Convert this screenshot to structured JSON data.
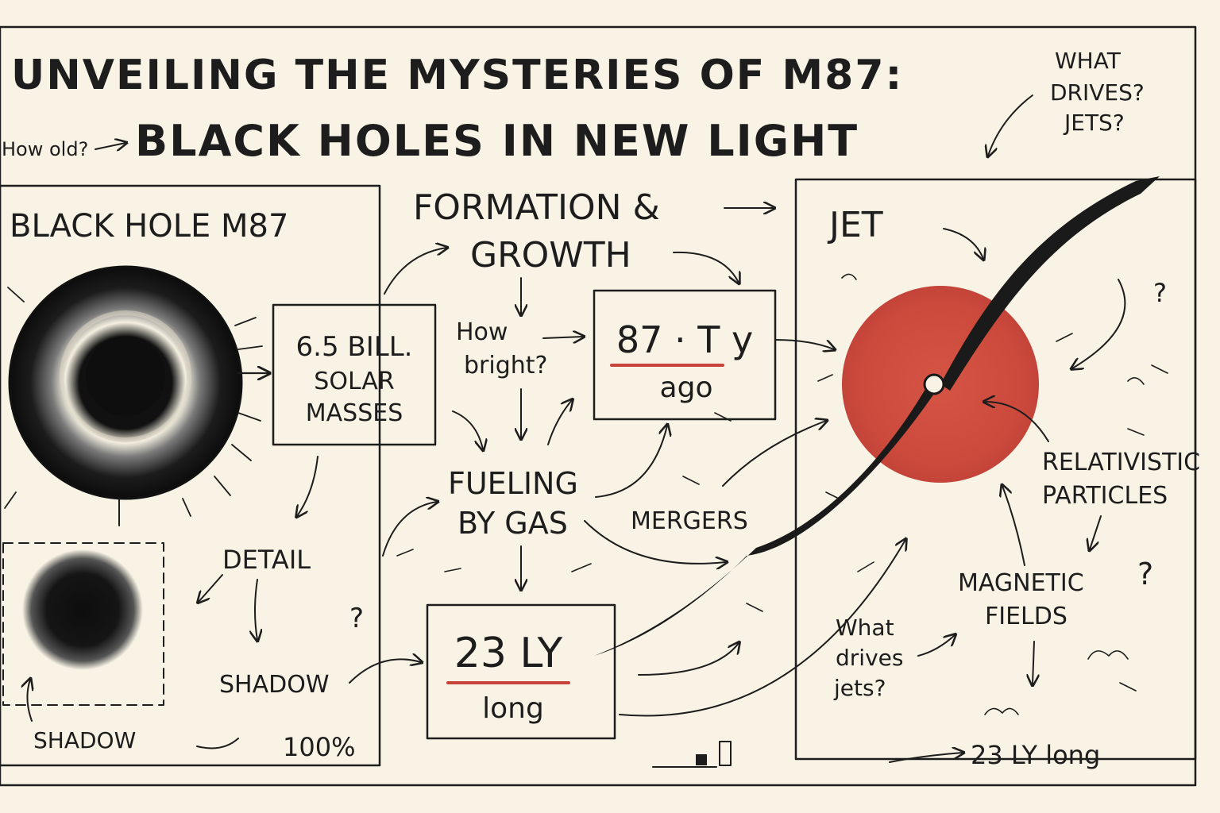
{
  "title": {
    "line1": "UNVEILING THE MYSTERIES OF M87:",
    "line2": "BLACK HOLES IN NEW LIGHT",
    "side_note": "How old?"
  },
  "corner_note": {
    "line1": "WHAT",
    "line2": "DRIVES?",
    "line3": "JETS?"
  },
  "left_panel": {
    "heading": "BLACK HOLE M87",
    "shadow_label": "SHADOW",
    "detail": "DETAIL",
    "shadow_text": "SHADOW",
    "percent": "100%",
    "question": "?"
  },
  "mass_box": {
    "line1": "6.5 BILL.",
    "line2": "SOLAR",
    "line3": "MASSES"
  },
  "middle": {
    "formation_line1": "FORMATION &",
    "formation_line2": "GROWTH",
    "how_bright_line1": "How",
    "how_bright_line2": "bright?",
    "age_value": "87 · T y",
    "age_label": "ago",
    "fueling_line1": "FUELING",
    "fueling_line2": "BY GAS",
    "mergers": "MERGERS",
    "length_value": "23 LY",
    "length_label": "long"
  },
  "right_panel": {
    "heading": "JET",
    "relativistic_line1": "RELATIVISTIC",
    "relativistic_line2": "PARTICLES",
    "magnetic_line1": "MAGNETIC",
    "magnetic_line2": "FIELDS",
    "what_drives_line1": "What",
    "what_drives_line2": "drives",
    "what_drives_line3": "jets?",
    "bottom_note": "23 LY long",
    "question_top": "?",
    "question_mid": "?"
  },
  "colors": {
    "paper": "#f8f3e4",
    "ink": "#1d1d1d",
    "accent_red": "#c8443a"
  }
}
